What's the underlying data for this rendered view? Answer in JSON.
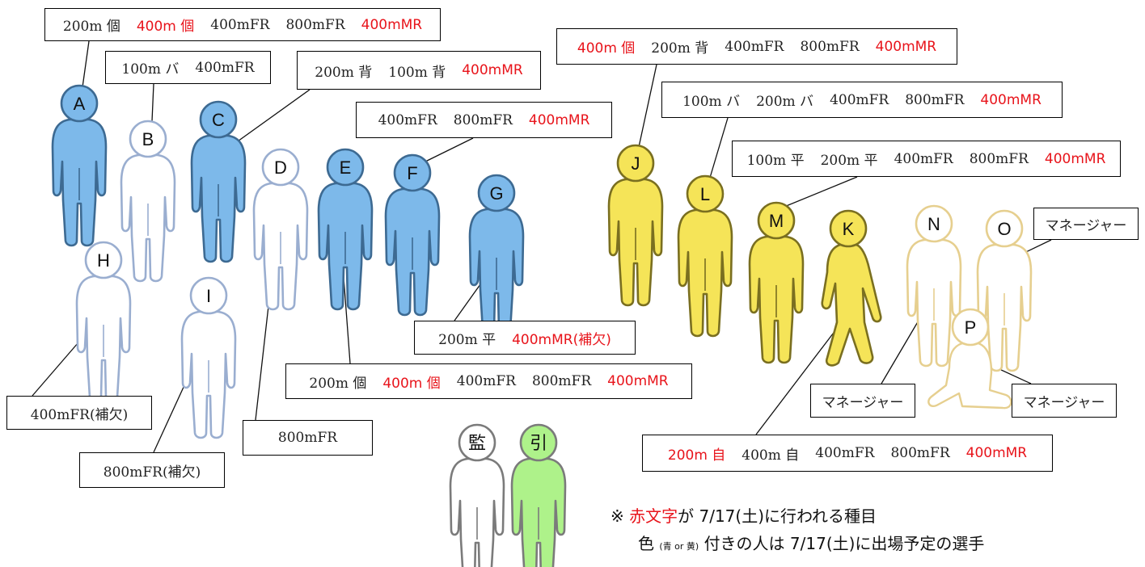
{
  "colors": {
    "blue_fill": "#7db9ea",
    "blue_stroke": "#3d6a92",
    "white_stroke": "#9aaed0",
    "yellow_fill": "#f5e458",
    "yellow_stroke": "#7a6f20",
    "pale_stroke": "#e6cf8f",
    "gray_stroke": "#7b7b7b",
    "green_fill": "#aef28a",
    "red_text": "#e8141b"
  },
  "people": [
    {
      "letter": "A",
      "kind": "blue"
    },
    {
      "letter": "B",
      "kind": "white"
    },
    {
      "letter": "C",
      "kind": "blue"
    },
    {
      "letter": "D",
      "kind": "white"
    },
    {
      "letter": "E",
      "kind": "blue"
    },
    {
      "letter": "F",
      "kind": "blue"
    },
    {
      "letter": "G",
      "kind": "blue"
    },
    {
      "letter": "H",
      "kind": "white"
    },
    {
      "letter": "I",
      "kind": "white"
    },
    {
      "letter": "J",
      "kind": "yellow"
    },
    {
      "letter": "L",
      "kind": "yellow"
    },
    {
      "letter": "M",
      "kind": "yellow"
    },
    {
      "letter": "K",
      "kind": "yellow",
      "pose": "walking"
    },
    {
      "letter": "N",
      "kind": "pale"
    },
    {
      "letter": "O",
      "kind": "pale"
    },
    {
      "letter": "P",
      "kind": "pale",
      "pose": "sitting"
    },
    {
      "letter": "監",
      "kind": "gray"
    },
    {
      "letter": "引",
      "kind": "green"
    }
  ],
  "labels": {
    "A": [
      {
        "t": "200m 個",
        "red": false
      },
      {
        "t": "400m 個",
        "red": true
      },
      {
        "t": "400mFR",
        "red": false
      },
      {
        "t": "800mFR",
        "red": false
      },
      {
        "t": "400mMR",
        "red": true
      }
    ],
    "B": [
      {
        "t": "100m バ",
        "red": false
      },
      {
        "t": "400mFR",
        "red": false
      }
    ],
    "C": [
      {
        "t": "200m 背",
        "red": false
      },
      {
        "t": "100m 背",
        "red": false
      },
      {
        "t": "400mMR",
        "red": true
      }
    ],
    "F": [
      {
        "t": "400mFR",
        "red": false
      },
      {
        "t": "800mFR",
        "red": false
      },
      {
        "t": "400mMR",
        "red": true
      }
    ],
    "J": [
      {
        "t": "400m 個",
        "red": true
      },
      {
        "t": "200m 背",
        "red": false
      },
      {
        "t": "400mFR",
        "red": false
      },
      {
        "t": "800mFR",
        "red": false
      },
      {
        "t": "400mMR",
        "red": true
      }
    ],
    "L": [
      {
        "t": "100m バ",
        "red": false
      },
      {
        "t": "200m バ",
        "red": false
      },
      {
        "t": "400mFR",
        "red": false
      },
      {
        "t": "800mFR",
        "red": false
      },
      {
        "t": "400mMR",
        "red": true
      }
    ],
    "M": [
      {
        "t": "100m 平",
        "red": false
      },
      {
        "t": "200m 平",
        "red": false
      },
      {
        "t": "400mFR",
        "red": false
      },
      {
        "t": "800mFR",
        "red": false
      },
      {
        "t": "400mMR",
        "red": true
      }
    ],
    "O": [
      {
        "t": "マネージャー",
        "red": false
      }
    ],
    "G": [
      {
        "t": "200m 平",
        "red": false
      },
      {
        "t": "400mMR(補欠)",
        "red": true
      }
    ],
    "E": [
      {
        "t": "200m 個",
        "red": false
      },
      {
        "t": "400m 個",
        "red": true
      },
      {
        "t": "400mFR",
        "red": false
      },
      {
        "t": "800mFR",
        "red": false
      },
      {
        "t": "400mMR",
        "red": true
      }
    ],
    "N": [
      {
        "t": "マネージャー",
        "red": false
      }
    ],
    "P": [
      {
        "t": "マネージャー",
        "red": false
      }
    ],
    "H": [
      {
        "t": "400mFR(補欠)",
        "red": false
      }
    ],
    "I": [
      {
        "t": "800mFR(補欠)",
        "red": false
      }
    ],
    "D": [
      {
        "t": "800mFR",
        "red": false
      }
    ],
    "K": [
      {
        "t": "200m 自",
        "red": true
      },
      {
        "t": "400m 自",
        "red": false
      },
      {
        "t": "400mFR",
        "red": false
      },
      {
        "t": "800mFR",
        "red": false
      },
      {
        "t": "400mMR",
        "red": true
      }
    ]
  },
  "note": {
    "mark": "※",
    "red_text": "赤文字",
    "line1_rest": "が 7/17(土)に行われる種目",
    "line2_prefix": "色",
    "line2_small": "(青 or 黄)",
    "line2_rest": "付きの人は 7/17(土)に出場予定の選手"
  }
}
